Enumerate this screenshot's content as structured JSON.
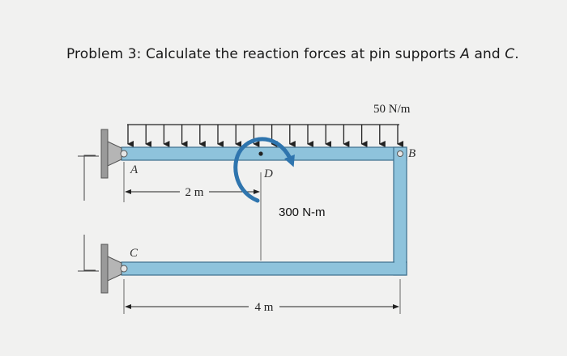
{
  "problem": {
    "prefix": "Problem 3: Calculate the reaction forces at pin supports ",
    "point_a": "A",
    "and": " and ",
    "point_c": "C",
    "suffix": "."
  },
  "diagram": {
    "distributed_load": "50 N/m",
    "moment": "300 N-m",
    "dim_2m": "2 m",
    "dim_4m": "4 m",
    "labels": {
      "a": "A",
      "b": "B",
      "c": "C",
      "d": "D"
    },
    "colors": {
      "member": "#8ec3dc",
      "member_edge": "#3d6f8c",
      "moment_arrow": "#2f75ae",
      "support": "#8a8a8a"
    }
  }
}
